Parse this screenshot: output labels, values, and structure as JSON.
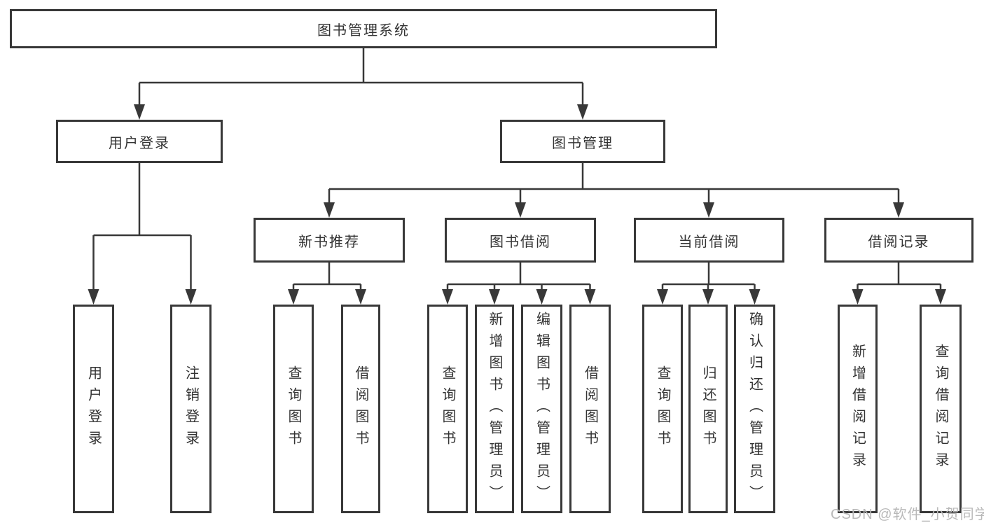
{
  "tree": {
    "label": "图书管理系统",
    "children": [
      {
        "label": "用户登录",
        "children": [
          {
            "label": "用户登录"
          },
          {
            "label": "注销登录"
          }
        ]
      },
      {
        "label": "图书管理",
        "children": [
          {
            "label": "新书推荐",
            "children": [
              {
                "label": "查询图书"
              },
              {
                "label": "借阅图书"
              }
            ]
          },
          {
            "label": "图书借阅",
            "children": [
              {
                "label": "查询图书"
              },
              {
                "label": "新增图书（管理员）"
              },
              {
                "label": "编辑图书（管理员）"
              },
              {
                "label": "借阅图书"
              }
            ]
          },
          {
            "label": "当前借阅",
            "children": [
              {
                "label": "查询图书"
              },
              {
                "label": "归还图书"
              },
              {
                "label": "确认归还（管理员）"
              }
            ]
          },
          {
            "label": "借阅记录",
            "children": [
              {
                "label": "新增借阅记录"
              },
              {
                "label": "查询借阅记录"
              }
            ]
          }
        ]
      }
    ]
  },
  "watermark": {
    "text": "CSDN @软件_小贺同学"
  },
  "colors": {
    "line": "#383838",
    "box_border": "#383838",
    "text": "#333333",
    "watermark": "#b9b9b9",
    "background": "#ffffff"
  }
}
